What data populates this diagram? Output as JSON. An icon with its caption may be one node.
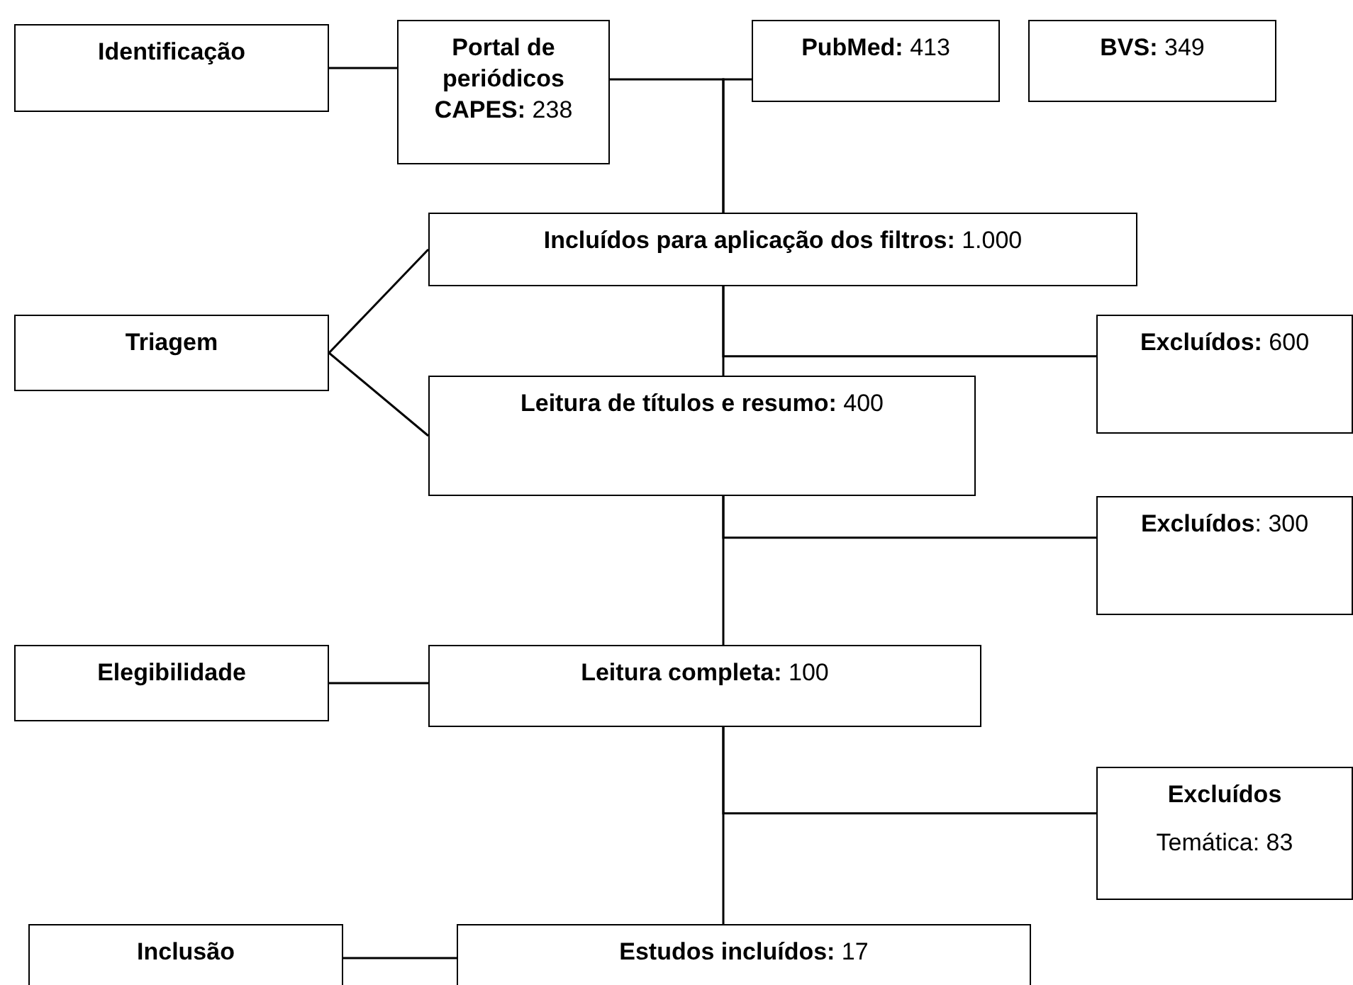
{
  "diagram": {
    "nodes": [
      {
        "text": [
          "Identificação"
        ]
      },
      {
        "text": [
          "**Portal de periódicos CAPES:** 238"
        ]
      },
      {
        "text": [
          "**PubMed:** 413"
        ]
      },
      {
        "text": [
          "**BVS:** 349"
        ]
      },
      {
        "text": [
          "**Incluídos para aplicação dos filtros:** 1.000"
        ]
      },
      {
        "text": [
          "Triagem"
        ]
      },
      {
        "text": [
          "**Excluídos:** 600"
        ]
      },
      {
        "text": [
          "**Leitura de títulos e resumo:** 400"
        ]
      },
      {
        "text": [
          "**Excluídos**: 300"
        ]
      },
      {
        "text": [
          "Elegibilidade"
        ]
      },
      {
        "text": [
          "**Leitura completa:** 100"
        ]
      },
      {
        "text": [
          "Excluídos",
          "Temática: 83"
        ]
      },
      {
        "text": [
          "Inclusão"
        ]
      },
      {
        "text": [
          "**Estudos incluídos:** 17"
        ]
      }
    ],
    "edges": [
      {
        "from": 0,
        "to": 1,
        "arrow": "none"
      },
      {
        "from": 1,
        "to": 4,
        "arrow": "none"
      },
      {
        "from": 2,
        "to": 4,
        "arrow": "none"
      },
      {
        "from": 5,
        "to": 4,
        "arrow": "none"
      },
      {
        "from": 5,
        "to": 7,
        "arrow": "none"
      },
      {
        "from": 4,
        "to": 7,
        "arrow": "none"
      },
      {
        "from": 4,
        "to": 6,
        "arrow": "none"
      },
      {
        "from": 7,
        "to": 10,
        "arrow": "none"
      },
      {
        "from": 7,
        "to": 8,
        "arrow": "none"
      },
      {
        "from": 9,
        "to": 10,
        "arrow": "none"
      },
      {
        "from": 10,
        "to": 13,
        "arrow": "none"
      },
      {
        "from": 10,
        "to": 11,
        "arrow": "none"
      },
      {
        "from": 12,
        "to": 13,
        "arrow": "none"
      }
    ]
  }
}
